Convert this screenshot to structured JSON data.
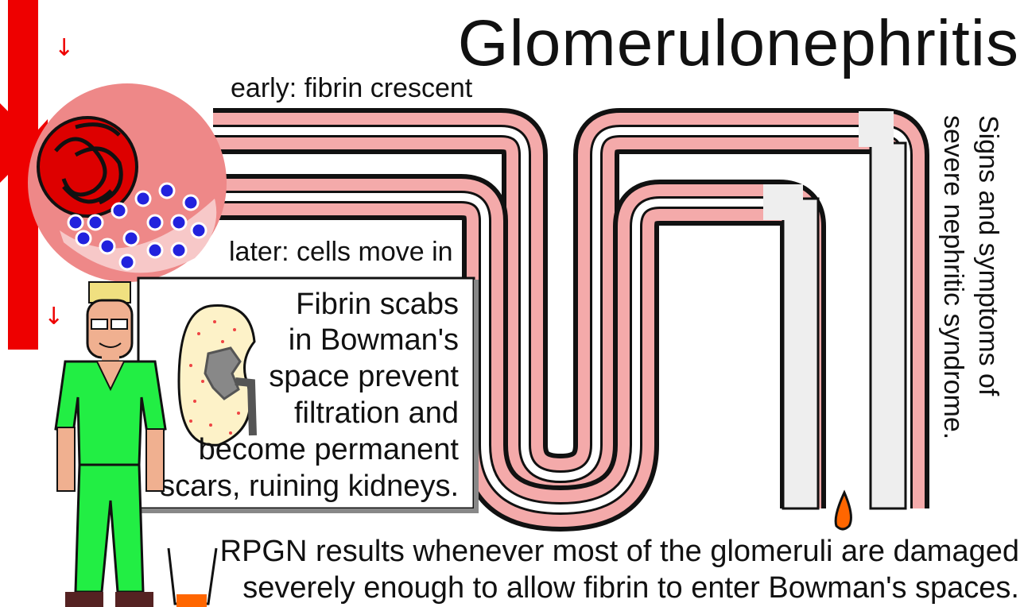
{
  "title": "Glomerulonephritis",
  "labels": {
    "early": "early: fibrin crescent",
    "later": "later: cells move in"
  },
  "box_lines": [
    "Fibrin scabs",
    "in Bowman's",
    "space prevent",
    "filtration and",
    "become permanent",
    "scars, ruining kidneys."
  ],
  "side_lines": [
    "Signs and symptoms of",
    "severe nephritic syndrome."
  ],
  "bottom_lines": [
    "RPGN results whenever most of the glomeruli are damaged",
    "severely enough to allow fibrin to enter Bowman's spaces."
  ],
  "colors": {
    "blood": "#ee0000",
    "capsule": "#ee8888",
    "tubule_pink": "#f4aaaa",
    "tubule_gray": "#eeeeee",
    "outline": "#111111",
    "cells": "#2222dd",
    "scrubs": "#22ee44",
    "skin": "#f0b090",
    "hair": "#f0e080",
    "urine": "#ff6600"
  }
}
